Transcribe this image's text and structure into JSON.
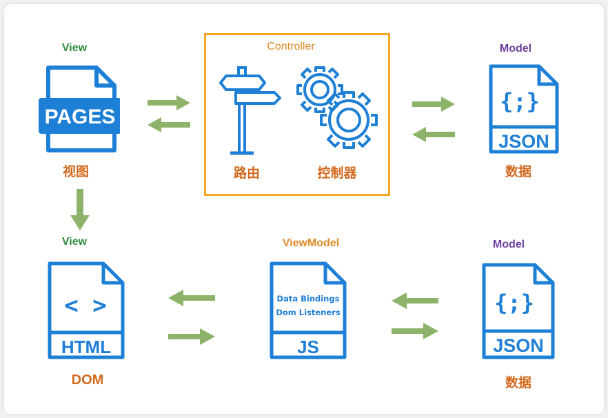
{
  "top_view": {
    "label": "View",
    "doc_text": "PAGES",
    "caption": "视图"
  },
  "controller": {
    "label": "Controller",
    "router_caption": "路由",
    "controller_caption": "控制器"
  },
  "top_model": {
    "label": "Model",
    "doc_symbol": "{;}",
    "doc_text": "JSON",
    "caption": "数据"
  },
  "bottom_view": {
    "label": "View",
    "doc_symbol": "< >",
    "doc_text": "HTML",
    "caption": "DOM"
  },
  "viewmodel": {
    "label": "ViewModel",
    "line1": "Data Bindings",
    "line2": "Dom Listeners",
    "doc_text": "JS"
  },
  "bottom_model": {
    "label": "Model",
    "doc_symbol": "{;}",
    "doc_text": "JSON",
    "caption": "数据"
  },
  "colors": {
    "blue": "#1e7fd6",
    "green_arrow": "#8db36a",
    "controller_border": "#f5a623"
  }
}
